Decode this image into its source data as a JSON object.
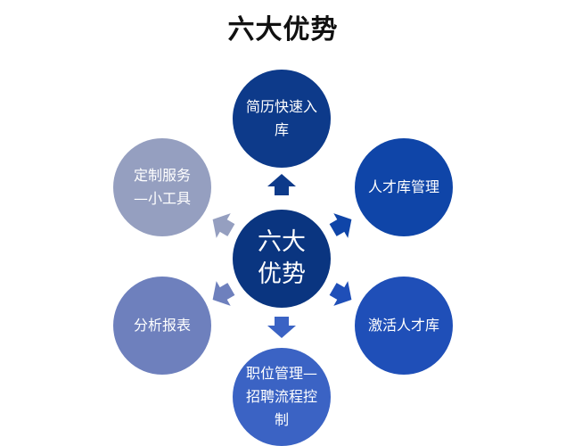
{
  "title": "六大优势",
  "center": {
    "label": "六大优势",
    "color": "#0a3580"
  },
  "nodes": [
    {
      "label": "简历快速入库",
      "color": "#0d3a8a"
    },
    {
      "label": "人才库管理",
      "color": "#0f45a8"
    },
    {
      "label": "激活人才库",
      "color": "#1f4fb8"
    },
    {
      "label": "职位管理—招聘流程控制",
      "color": "#3b63c4"
    },
    {
      "label": "分析报表",
      "color": "#6e80bd"
    },
    {
      "label": "定制服务 —小工具",
      "color": "#959fc0"
    }
  ]
}
